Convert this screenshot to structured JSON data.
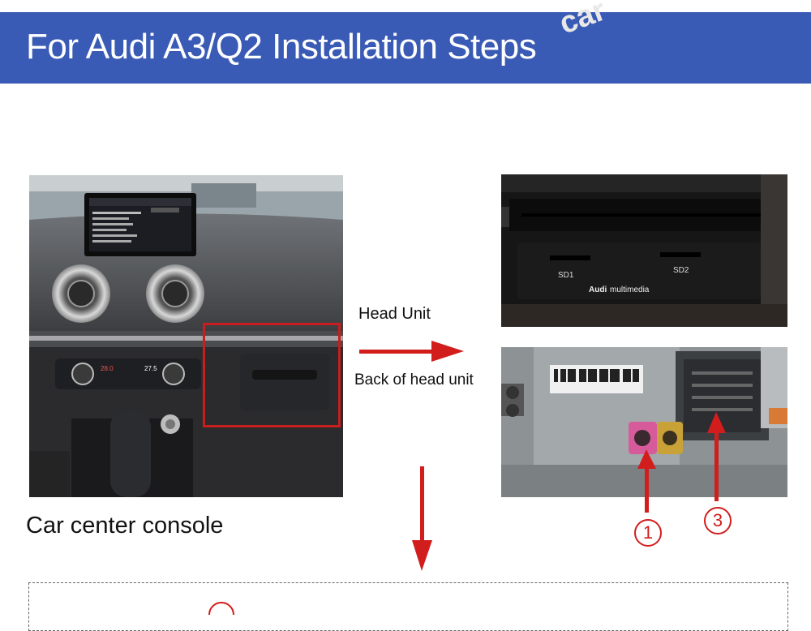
{
  "header": {
    "title": "For Audi A3/Q2 Installation Steps",
    "background": "#3a5bb5"
  },
  "labels": {
    "head_unit": "Head Unit",
    "back_of_head_unit": "Back of head unit",
    "car_center_console": "Car center console"
  },
  "photos": {
    "head_front": {
      "slot1": "SD1",
      "slot2": "SD2",
      "brand": "Audi",
      "brand_suffix": "multimedia"
    },
    "console": {
      "temp_left": "28.0",
      "temp_right": "27.5"
    }
  },
  "markers": {
    "marker_1": "1",
    "marker_3": "3"
  },
  "colors": {
    "accent_red": "#d21d1d",
    "highlight_box": "#c81e1e"
  }
}
